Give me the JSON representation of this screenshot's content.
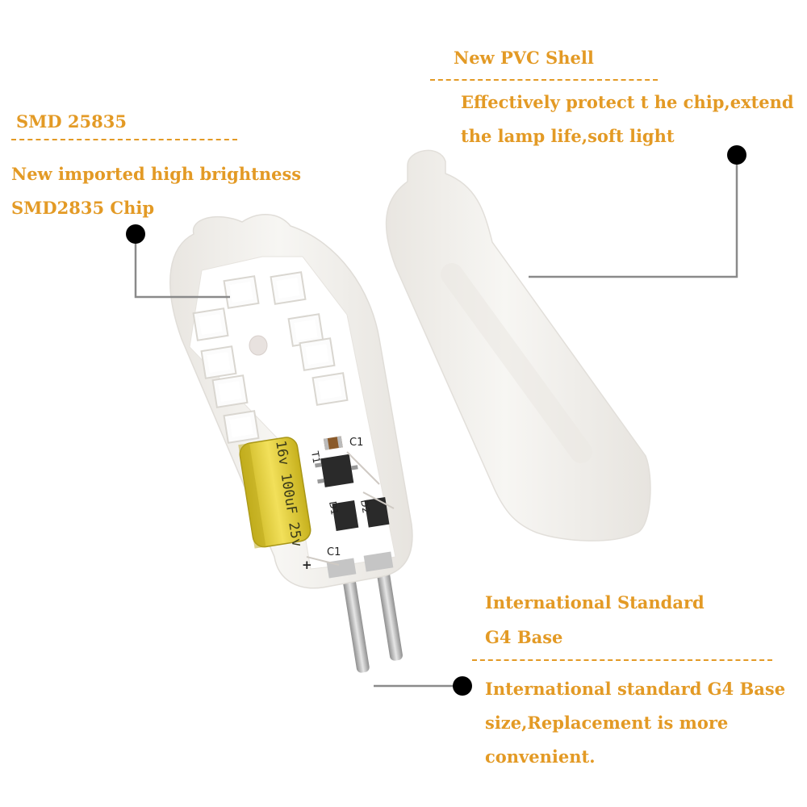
{
  "annotations": {
    "chip": {
      "title": "SMD 25835",
      "line1": "New imported high brightness",
      "line2": "SMD2835 Chip"
    },
    "shell": {
      "title": "New PVC Shell",
      "line1": "Effectively protect t he chip,extend",
      "line2": "the lamp life,soft light"
    },
    "base": {
      "title1": "International Standard",
      "title2": "G4 Base",
      "line1": "International standard G4 Base",
      "line2": "size,Replacement is more",
      "line3": "convenient."
    }
  },
  "component_markings": {
    "capacitor": "16v 100uF 25v",
    "c1_top": "C1",
    "t1": "T1",
    "d1": "D1",
    "d2": "D2",
    "c1_bottom": "C1",
    "polarity": "+"
  },
  "colors": {
    "text_accent": "#e39a25",
    "pointer_line": "#8a8a8a",
    "shell": "#f2f0ec",
    "led": "#fbfbfb",
    "capacitor": "#e6d02e",
    "pcb": "#ffffff",
    "pins": "#b8b8b8"
  }
}
